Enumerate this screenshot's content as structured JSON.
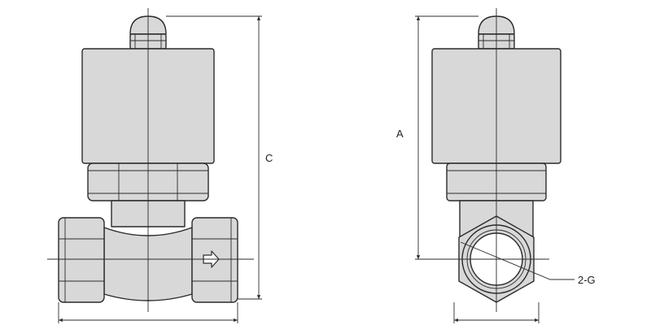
{
  "labels": {
    "dim_a": "A",
    "dim_c": "C",
    "port": "2-G"
  },
  "colors": {
    "body_fill": "#d8d8d8",
    "line": "#2b2b2b",
    "background": "#ffffff"
  },
  "icons": {
    "flow_arrow": "flow-direction-arrow-icon"
  }
}
